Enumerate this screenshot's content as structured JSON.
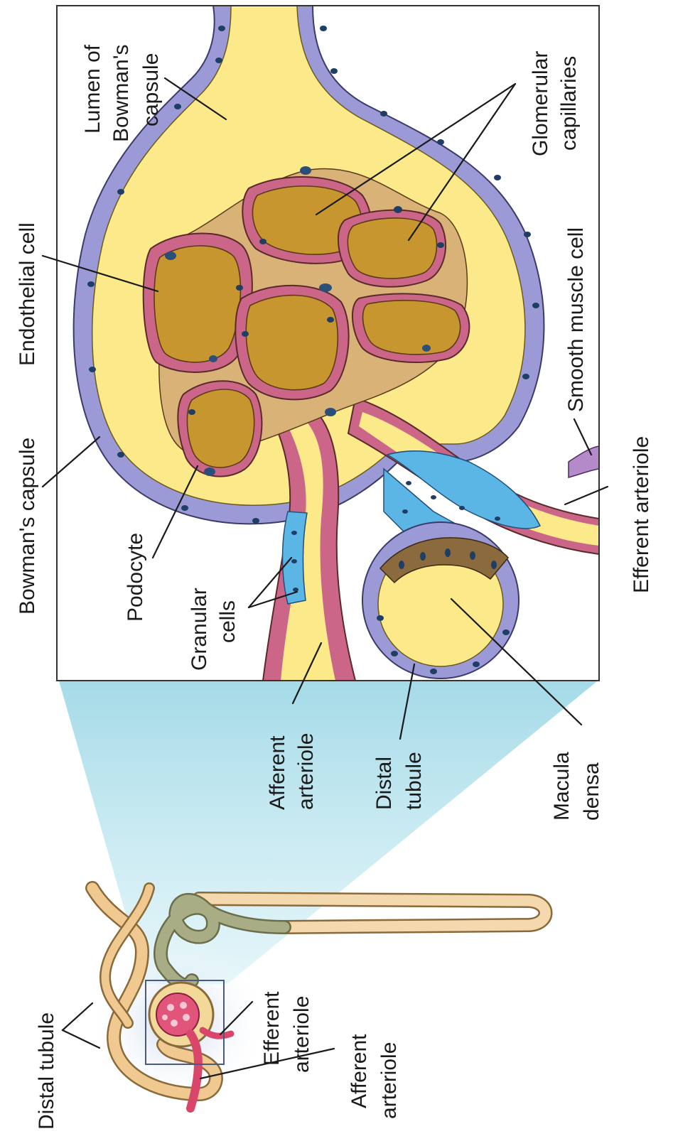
{
  "labels": {
    "bowmans_capsule": "Bowman's capsule",
    "endothelial_cell": "Endothelial cell",
    "lumen_line1": "Lumen of",
    "lumen_line2": "Bowman's",
    "lumen_line3": "capsule",
    "podocyte": "Podocyte",
    "glomerular_line1": "Glomerular",
    "glomerular_line2": "capillaries",
    "granular_line1": "Granular",
    "granular_line2": "cells",
    "smooth_muscle_cell": "Smooth muscle cell",
    "efferent_arteriole_main": "Efferent arteriole",
    "afferent_main_line1": "Afferent",
    "afferent_main_line2": "arteriole",
    "distal_main_line1": "Distal",
    "distal_main_line2": "tubule",
    "macula_line1": "Macula",
    "macula_line2": "densa",
    "distal_tubule_small": "Distal tubule",
    "efferent_small_line1": "Efferent",
    "efferent_small_line2": "arteriole",
    "afferent_small_line1": "Afferent",
    "afferent_small_line2": "arteriole"
  },
  "colors": {
    "lumen_yellow": "#fbe98a",
    "capsule_purple": "#9b9ad6",
    "capillary_gold": "#c8962e",
    "endothelium_pink": "#cc6688",
    "podocyte_tan": "#d9b277",
    "granular_blue": "#5bb6e6",
    "macula_brown": "#8b6a3e",
    "projection_cyan": "#9fd8e6",
    "nephron_tan": "#efc98f",
    "nephron_olive": "#a9ad86"
  }
}
